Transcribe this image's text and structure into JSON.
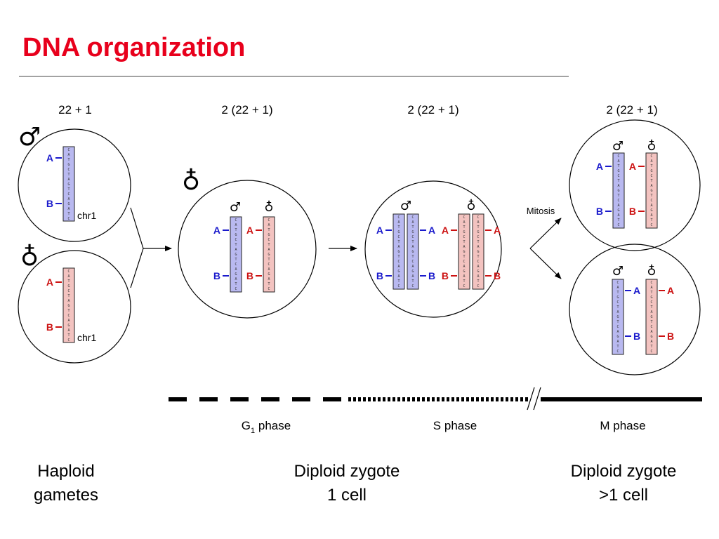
{
  "title": "DNA organization",
  "colors": {
    "title_red": "#e8001c",
    "paternal_blue": "#1a1acc",
    "maternal_red": "#cc1111",
    "strand_blue_fill": "#b9b9f0",
    "strand_red_fill": "#f3c3c0"
  },
  "counts": {
    "haploid": "22 + 1",
    "g1": "2 (22 + 1)",
    "s": "2 (22 + 1)",
    "m": "2 (22 + 1)"
  },
  "symbols": {
    "male": "♂",
    "female": "♁",
    "male_icon": "male-symbol-icon",
    "female_icon": "female-symbol-icon"
  },
  "gene_labels": {
    "a": "A",
    "b": "B"
  },
  "chromosome_label": "chr1",
  "arrow_label": "Mitosis",
  "strand_letters": "CATGCTAGTCAGATCGATCAGTACGATCAGC",
  "timeline": {
    "g1_base": "G",
    "g1_sub": "1",
    "g1_rest": " phase",
    "s_label": "S phase",
    "m_label": "M phase"
  },
  "captions": {
    "gametes_line1": "Haploid",
    "gametes_line2": "gametes",
    "zygote1_line1": "Diploid zygote",
    "zygote1_line2": "1 cell",
    "zygote2_line1": "Diploid zygote",
    "zygote2_line2": ">1 cell"
  }
}
